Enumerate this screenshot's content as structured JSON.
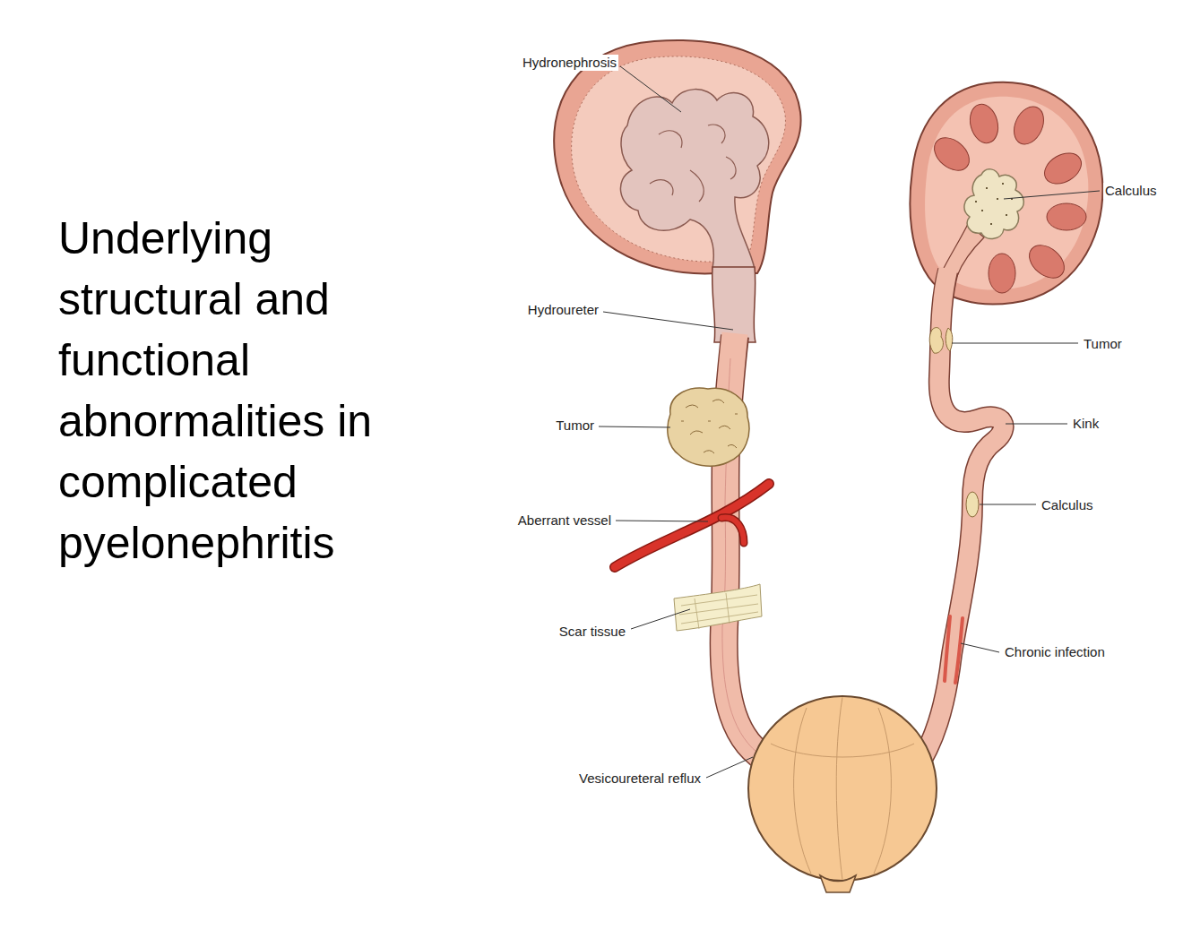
{
  "diagram": {
    "title": "Underlying structural and functional abnormalities in complicated pyelonephritis",
    "labels": [
      "Hydronephrosis",
      "Hydroureter",
      "Tumor",
      "Aberrant vessel",
      "Scar tissue",
      "Vesicoureteral reflux",
      "Calculus",
      "Tumor",
      "Kink",
      "Calculus",
      "Chronic infection"
    ]
  }
}
